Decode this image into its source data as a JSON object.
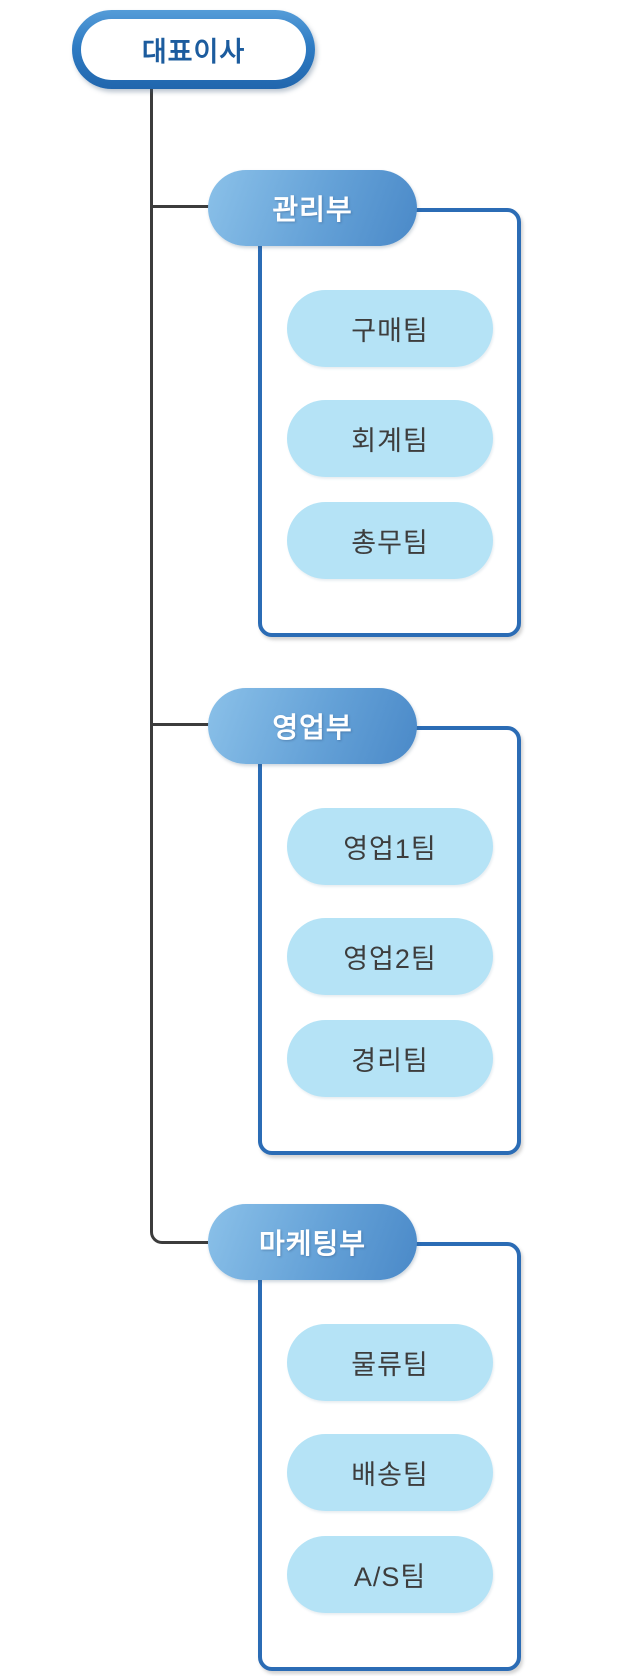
{
  "root": {
    "label": "대표이사"
  },
  "groups": [
    {
      "dept": "관리부",
      "teams": [
        "구매팀",
        "회계팀",
        "총무팀"
      ]
    },
    {
      "dept": "영업부",
      "teams": [
        "영업1팀",
        "영업2팀",
        "경리팀"
      ]
    },
    {
      "dept": "마케팅부",
      "teams": [
        "물류팀",
        "배송팀",
        "A/S팀"
      ]
    }
  ],
  "colors": {
    "ceo_border": "#2e7cc0",
    "ceo_text": "#1c5c9e",
    "dept_gradient_start": "#8bc1e9",
    "dept_gradient_end": "#4a89c8",
    "dept_text": "#ffffff",
    "team_fill": "#b5e3f6",
    "team_text": "#3d3d3d",
    "box_border": "#2b6cb5",
    "connector": "#3c3c3c"
  }
}
